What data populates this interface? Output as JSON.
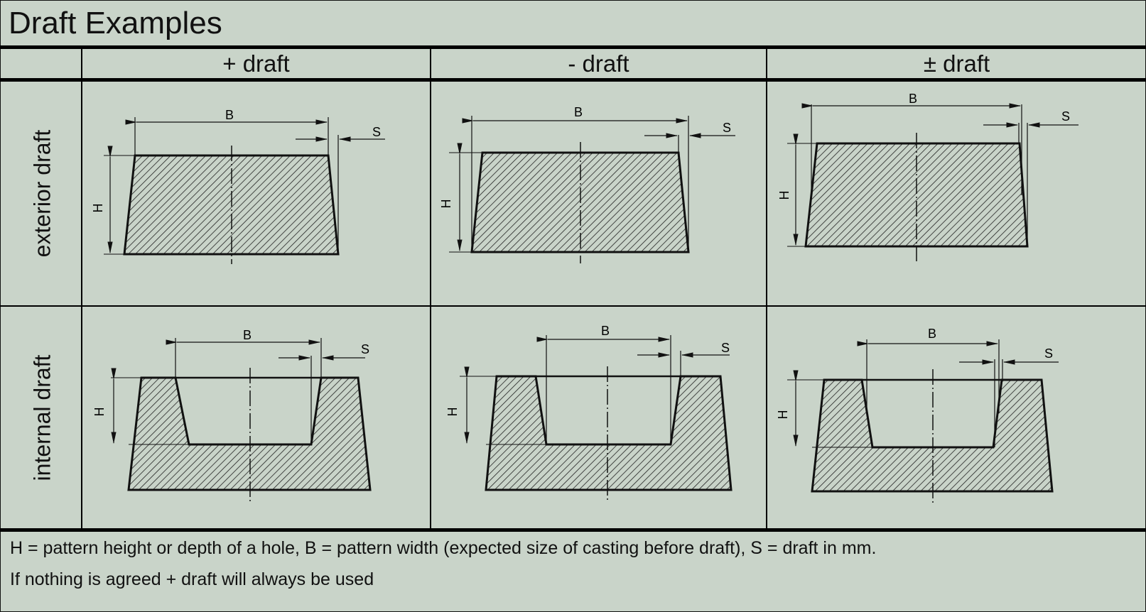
{
  "title": "Draft Examples",
  "columns": [
    "+ draft",
    "- draft",
    "± draft"
  ],
  "rows": [
    "exterior draft",
    "internal draft"
  ],
  "diagram_labels": {
    "width": "B",
    "height": "H",
    "draft": "S"
  },
  "notes": [
    "H = pattern height or depth of a hole, B = pattern width (expected size of casting before draft), S = draft in mm.",
    "If nothing is agreed + draft will always be used"
  ]
}
